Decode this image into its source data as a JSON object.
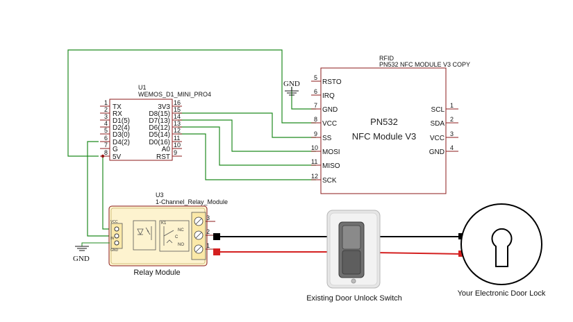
{
  "wemos": {
    "ref": "U1",
    "name": "WEMOS_D1_MINI_PRO4",
    "left_pins": [
      {
        "num": "1",
        "label": "TX"
      },
      {
        "num": "2",
        "label": "RX"
      },
      {
        "num": "3",
        "label": "D1(5)"
      },
      {
        "num": "4",
        "label": "D2(4)"
      },
      {
        "num": "5",
        "label": "D3(0)"
      },
      {
        "num": "6",
        "label": "D4(2)"
      },
      {
        "num": "7",
        "label": "G"
      },
      {
        "num": "8",
        "label": "5V"
      }
    ],
    "right_pins": [
      {
        "num": "16",
        "label": "3V3"
      },
      {
        "num": "15",
        "label": "D8(15)"
      },
      {
        "num": "14",
        "label": "D7(13)"
      },
      {
        "num": "13",
        "label": "D6(12)"
      },
      {
        "num": "12",
        "label": "D5(14)"
      },
      {
        "num": "11",
        "label": "D0(16)"
      },
      {
        "num": "10",
        "label": "A0"
      },
      {
        "num": "9",
        "label": "RST"
      }
    ]
  },
  "pn532": {
    "ref": "RFID",
    "name": "PN532 NFC MODULE V3 COPY",
    "title": "PN532",
    "subtitle": "NFC Module V3",
    "left_pins": [
      {
        "num": "5",
        "label": "RSTO"
      },
      {
        "num": "6",
        "label": "IRQ"
      },
      {
        "num": "7",
        "label": "GND"
      },
      {
        "num": "8",
        "label": "VCC"
      },
      {
        "num": "9",
        "label": "SS"
      },
      {
        "num": "10",
        "label": "MOSI"
      },
      {
        "num": "11",
        "label": "MISO"
      },
      {
        "num": "12",
        "label": "SCK"
      }
    ],
    "right_pins": [
      {
        "num": "1",
        "label": "SCL"
      },
      {
        "num": "2",
        "label": "SDA"
      },
      {
        "num": "3",
        "label": "VCC"
      },
      {
        "num": "4",
        "label": "GND"
      }
    ]
  },
  "relay": {
    "ref": "U3",
    "name": "1-Channel_Relay_Module",
    "caption": "Relay Module",
    "header_pins": [
      "VCC",
      "IN",
      "GND"
    ],
    "internal_labels": [
      "K1",
      "NC",
      "C",
      "NO"
    ],
    "terminal_nums": [
      "3",
      "2",
      "1"
    ]
  },
  "gnd_labels": [
    "GND",
    "GND"
  ],
  "switch_caption": "Existing Door Unlock Switch",
  "lock_caption": "Your Electronic Door Lock",
  "colors": {
    "wire_green": "#1e8a1e",
    "wire_red": "#d42020",
    "wire_black": "#000000",
    "schematic_line": "#8b1a1a",
    "relay_fill": "#fdf3cf",
    "relay_border": "#8b1a1a"
  },
  "icons": [
    "keyhole-icon",
    "rocker-switch-icon",
    "ground-symbol-icon"
  ]
}
